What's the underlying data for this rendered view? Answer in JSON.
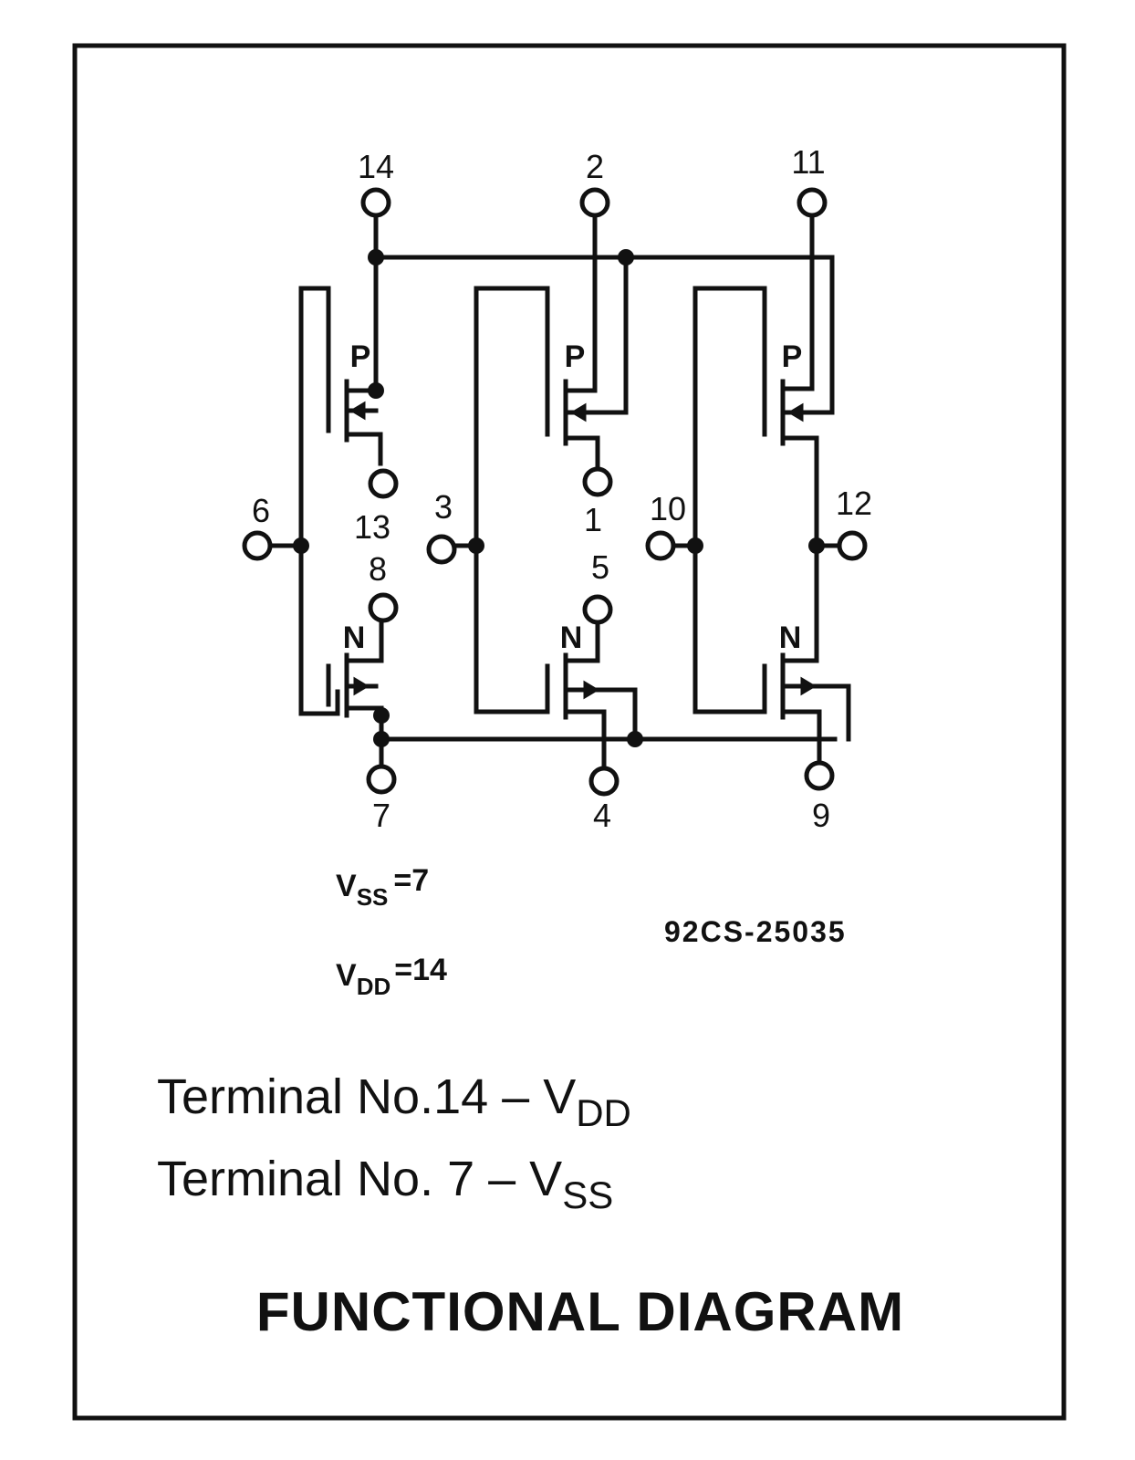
{
  "pins": {
    "p14": "14",
    "p2": "2",
    "p11": "11",
    "p6": "6",
    "p13": "13",
    "p8": "8",
    "p3": "3",
    "p1": "1",
    "p5": "5",
    "p10": "10",
    "p12": "12",
    "p7": "7",
    "p4": "4",
    "p9": "9"
  },
  "types": {
    "p": "P",
    "n": "N"
  },
  "supply": {
    "vss_main": "V",
    "vss_sub": "SS",
    "vss_val": "=7",
    "vdd_main": "V",
    "vdd_sub": "DD",
    "vdd_val": "=14"
  },
  "code": "92CS-25035",
  "terminals": {
    "line1_text": "Terminal No.14 – V",
    "line1_sub": "DD",
    "line2_text": "Terminal No.  7 – V",
    "line2_sub": "SS"
  },
  "title": "FUNCTIONAL DIAGRAM"
}
